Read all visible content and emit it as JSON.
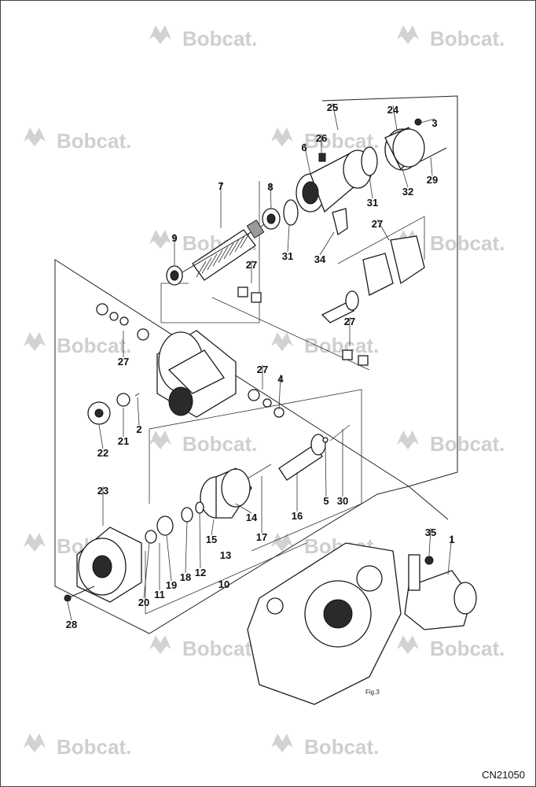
{
  "diagram": {
    "brand_watermark": "Bobcat.",
    "figure_ref": "Fig.3",
    "drawing_code": "CN21050",
    "callouts": [
      {
        "id": "c1",
        "label": "1"
      },
      {
        "id": "c2",
        "label": "2"
      },
      {
        "id": "c3",
        "label": "3"
      },
      {
        "id": "c4",
        "label": "4"
      },
      {
        "id": "c5",
        "label": "5"
      },
      {
        "id": "c6",
        "label": "6"
      },
      {
        "id": "c7",
        "label": "7"
      },
      {
        "id": "c8",
        "label": "8"
      },
      {
        "id": "c9",
        "label": "9"
      },
      {
        "id": "c10",
        "label": "10"
      },
      {
        "id": "c11",
        "label": "11"
      },
      {
        "id": "c12",
        "label": "12"
      },
      {
        "id": "c13",
        "label": "13"
      },
      {
        "id": "c14",
        "label": "14"
      },
      {
        "id": "c15",
        "label": "15"
      },
      {
        "id": "c16",
        "label": "16"
      },
      {
        "id": "c17",
        "label": "17"
      },
      {
        "id": "c18",
        "label": "18"
      },
      {
        "id": "c19",
        "label": "19"
      },
      {
        "id": "c20",
        "label": "20"
      },
      {
        "id": "c21",
        "label": "21"
      },
      {
        "id": "c22",
        "label": "22"
      },
      {
        "id": "c23",
        "label": "23"
      },
      {
        "id": "c24",
        "label": "24"
      },
      {
        "id": "c25",
        "label": "25"
      },
      {
        "id": "c26",
        "label": "26"
      },
      {
        "id": "c27a",
        "label": "27"
      },
      {
        "id": "c27b",
        "label": "27"
      },
      {
        "id": "c27c",
        "label": "27"
      },
      {
        "id": "c27d",
        "label": "27"
      },
      {
        "id": "c27e",
        "label": "27"
      },
      {
        "id": "c28",
        "label": "28"
      },
      {
        "id": "c29",
        "label": "29"
      },
      {
        "id": "c30",
        "label": "30"
      },
      {
        "id": "c31a",
        "label": "31"
      },
      {
        "id": "c31b",
        "label": "31"
      },
      {
        "id": "c32",
        "label": "32"
      },
      {
        "id": "c34",
        "label": "34"
      },
      {
        "id": "c35",
        "label": "35"
      }
    ]
  }
}
